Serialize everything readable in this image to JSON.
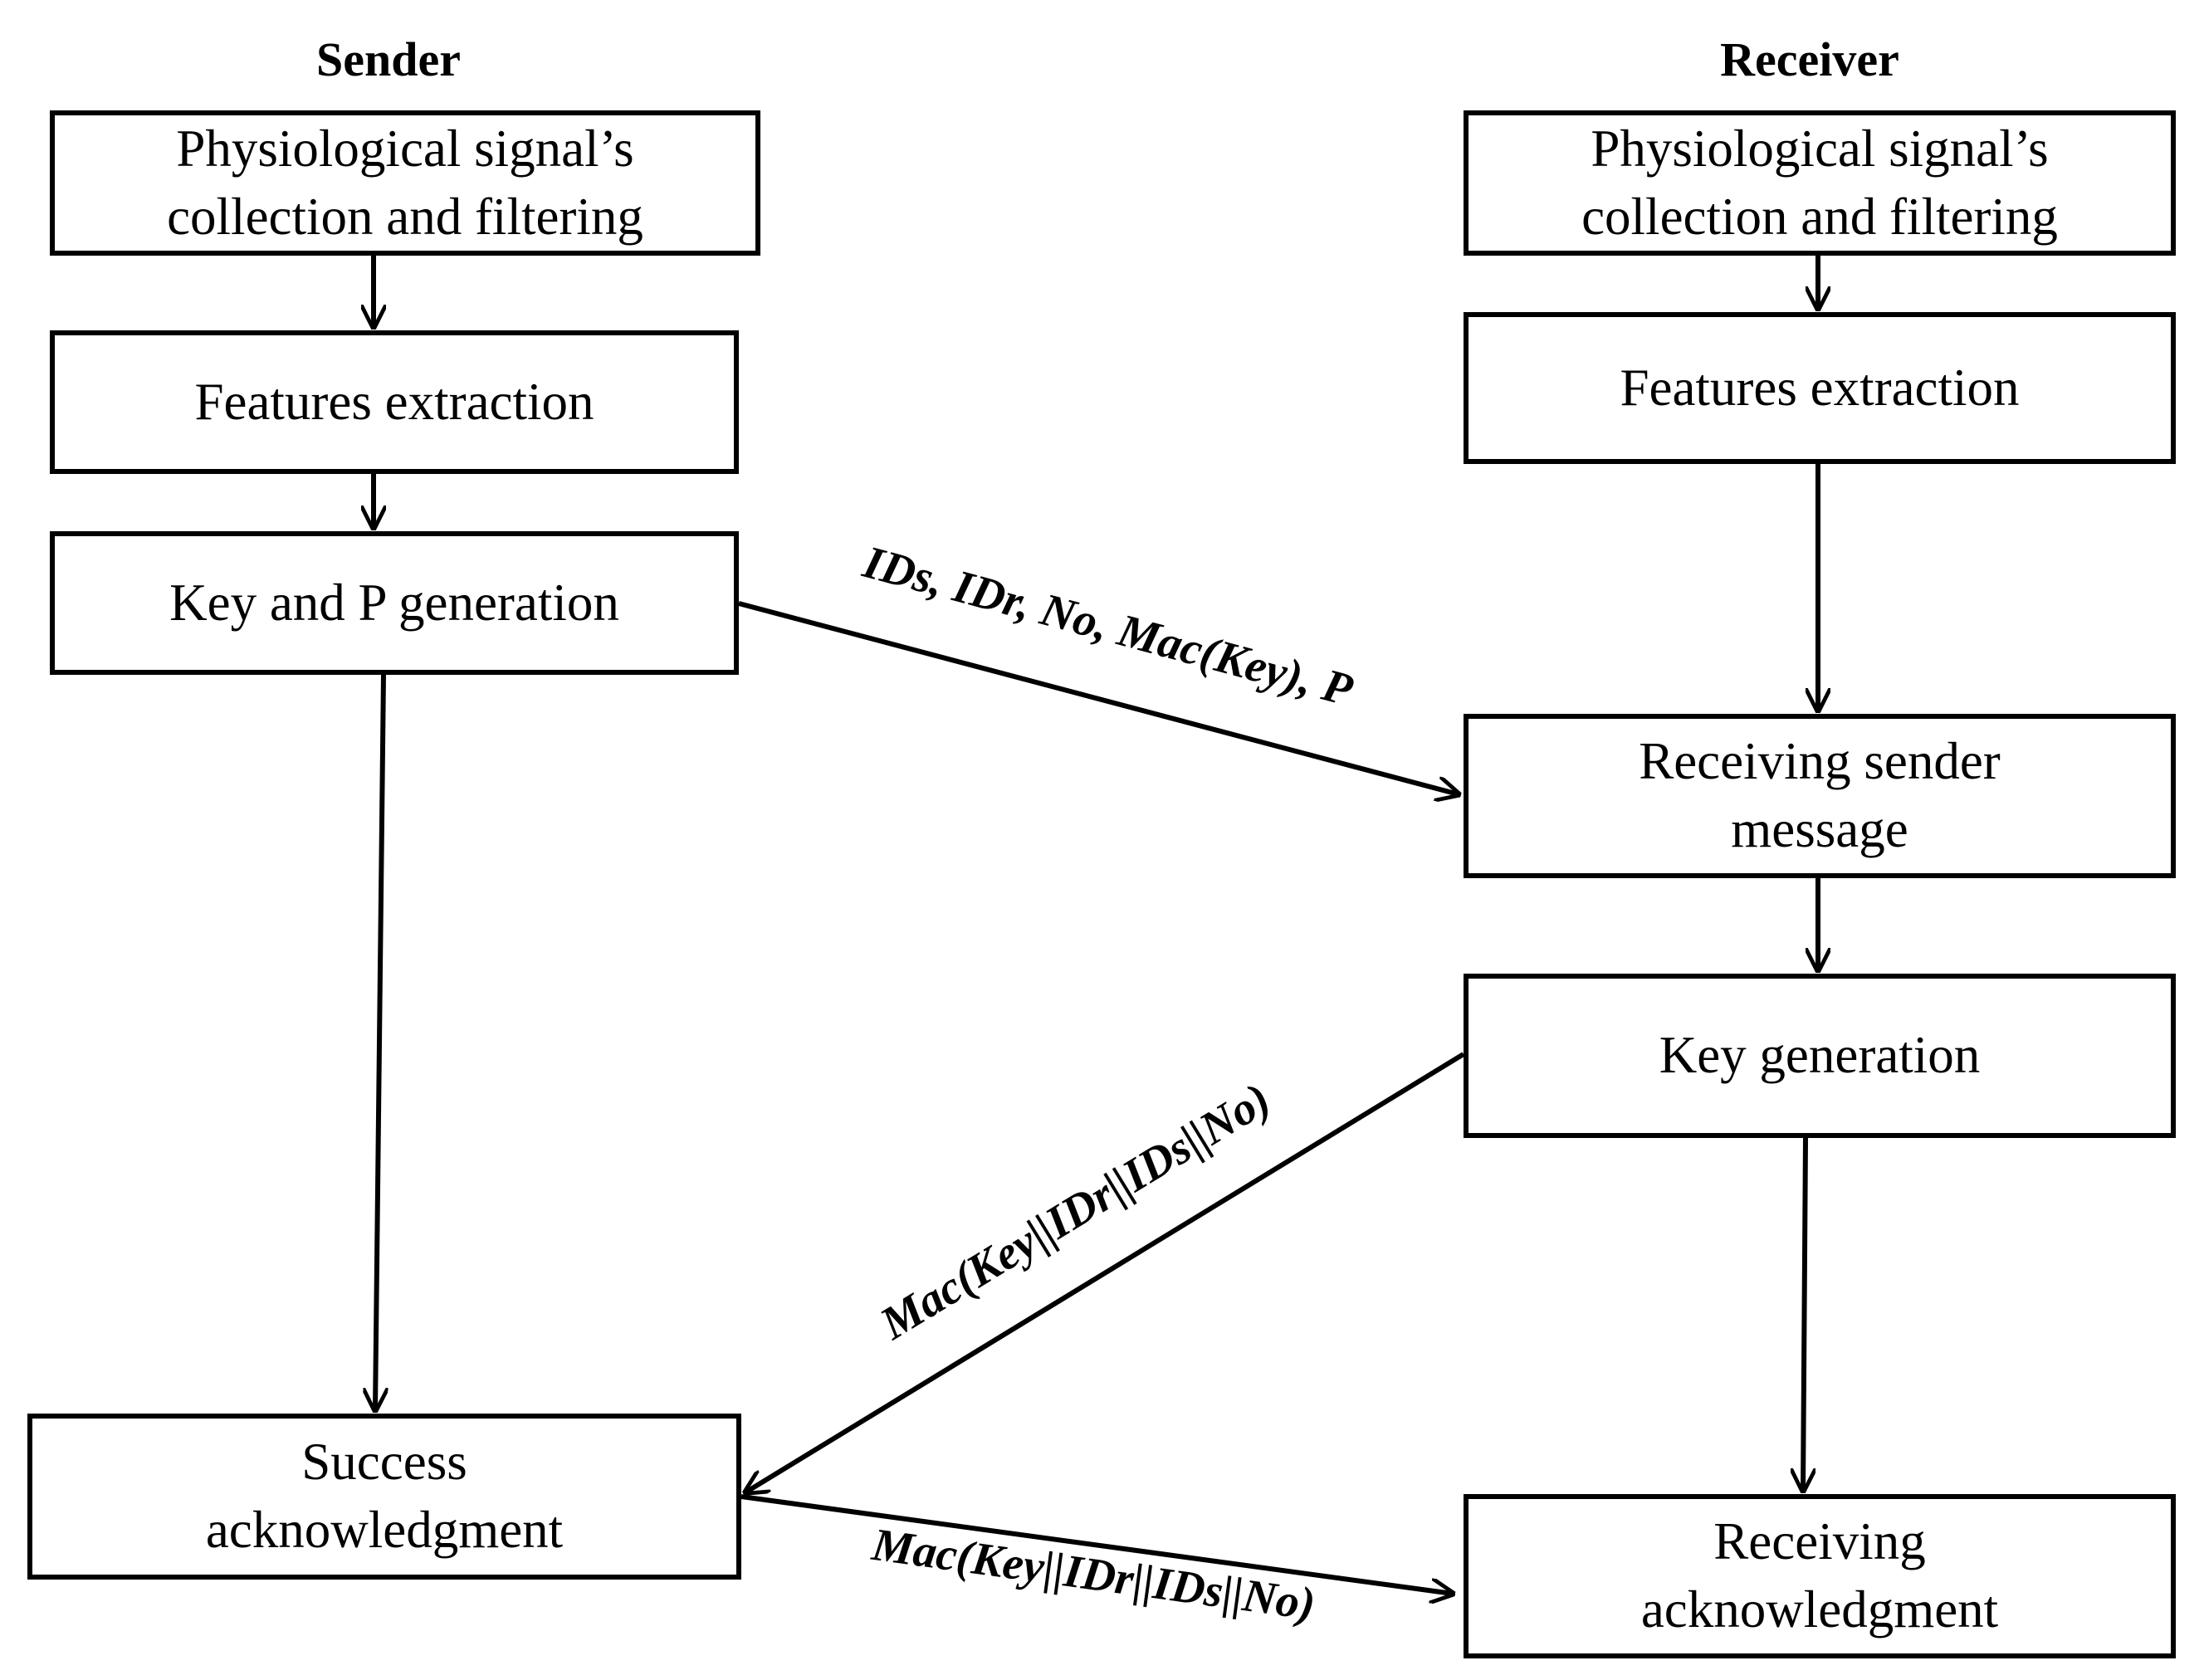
{
  "sender": {
    "heading": "Sender",
    "collection": [
      "Physiological  signal’s",
      "collection and filtering"
    ],
    "features": "Features extraction",
    "keygen": "Key and P generation",
    "success": [
      "Success",
      "acknowledgment"
    ]
  },
  "receiver": {
    "heading": "Receiver",
    "collection": [
      "Physiological  signal’s",
      "collection and filtering"
    ],
    "features": "Features extraction",
    "receiving_msg": [
      "Receiving sender",
      "message"
    ],
    "keygen": "Key generation",
    "receiving_ack": [
      "Receiving",
      "acknowledgment"
    ]
  },
  "messages": {
    "sender_to_receiver": "IDs,  IDr,  No,  Mac(Key),  P",
    "receiver_to_sender": "Mac(Key||IDr||IDs||No)",
    "ack_to_receiver": "Mac(Key||IDr||IDs||No)"
  }
}
